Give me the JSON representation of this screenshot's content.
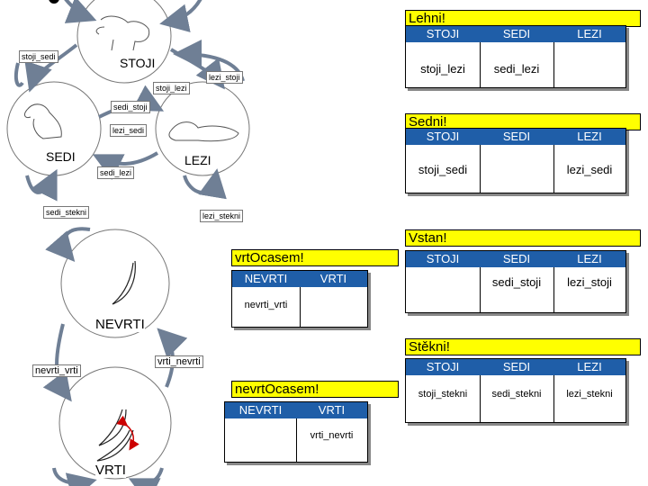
{
  "fsm1": {
    "states": {
      "stoji": "STOJI",
      "sedi": "SEDI",
      "lezi": "LEZI"
    },
    "transitions": {
      "stoji_sedi": "stoji_sedi",
      "lezi_stoji": "lezi_stoji",
      "stoji_lezi": "stoji_lezi",
      "sedi_stoji": "sedi_stoji",
      "lezi_sedi": "lezi_sedi",
      "sedi_lezi": "sedi_lezi",
      "sedi_stekni": "sedi_stekni",
      "lezi_stekni": "lezi_stekni"
    }
  },
  "fsm2": {
    "states": {
      "nevrti": "NEVRTI",
      "vrti": "VRTI"
    },
    "transitions": {
      "vrti_nevrti": "vrti_nevrti",
      "nevrti_vrti": "nevrti_vrti"
    }
  },
  "tables": {
    "lehni": {
      "title": "Lehni!",
      "headers": [
        "STOJI",
        "SEDI",
        "LEZI"
      ],
      "cells": [
        "stoji_lezi",
        "sedi_lezi",
        ""
      ]
    },
    "sedni": {
      "title": "Sedni!",
      "headers": [
        "STOJI",
        "SEDI",
        "LEZI"
      ],
      "cells": [
        "stoji_sedi",
        "",
        "lezi_sedi"
      ]
    },
    "vstan": {
      "title": "Vstan!",
      "headers": [
        "STOJI",
        "SEDI",
        "LEZI"
      ],
      "cells": [
        "",
        "sedi_stoji",
        "lezi_stoji"
      ]
    },
    "stekni": {
      "title": "Stěkni!",
      "headers": [
        "STOJI",
        "SEDI",
        "LEZI"
      ],
      "cells": [
        "stoji_stekni",
        "sedi_stekni",
        "lezi_stekni"
      ]
    },
    "vrtocasem": {
      "title": "vrtOcasem!",
      "headers": [
        "NEVRTI",
        "VRTI"
      ],
      "cells": [
        "nevrti_vrti",
        ""
      ]
    },
    "nevrtocasem": {
      "title": "nevrtOcasem!",
      "headers": [
        "NEVRTI",
        "VRTI"
      ],
      "cells": [
        "",
        "vrti_nevrti"
      ]
    }
  },
  "colors": {
    "header": "#1f5ea8",
    "title": "#ffff00",
    "accent_arrow": "#cc0000",
    "lines": "#6f7f95"
  }
}
